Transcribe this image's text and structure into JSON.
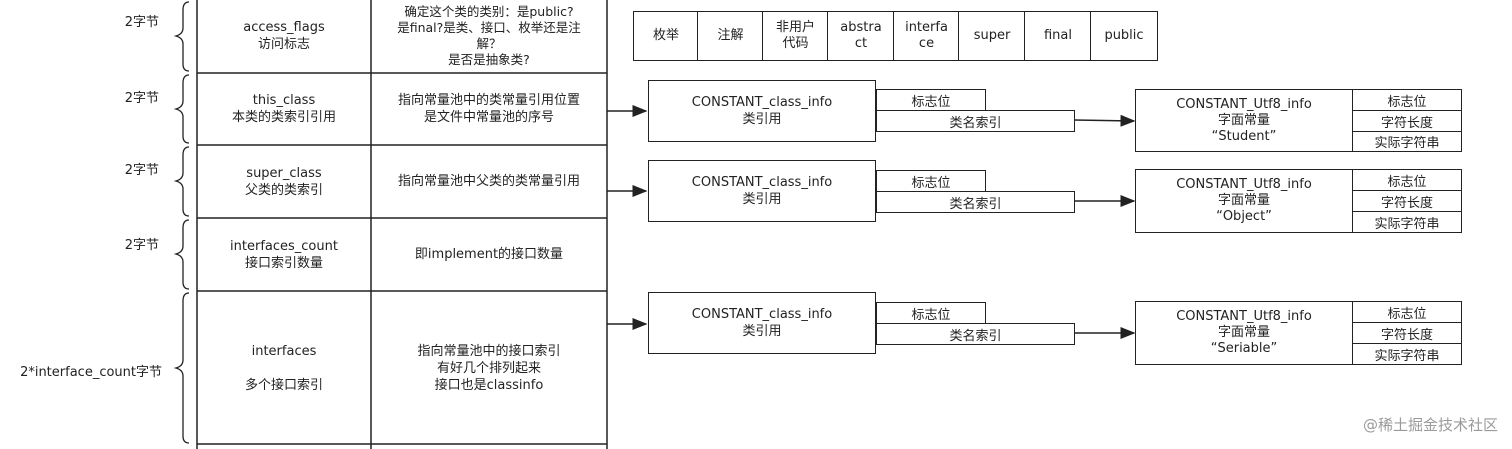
{
  "rows": [
    {
      "size": "2字节",
      "field": "access_flags\n访问标志",
      "desc": "确定这个类的类别：是public?\n是final?是类、接口、枚举还是注\n解？\n是否是抽象类?"
    },
    {
      "size": "2字节",
      "field": "this_class\n本类的类索引引用",
      "desc": "指向常量池中的类常量引用位置\n是文件中常量池的序号"
    },
    {
      "size": "2字节",
      "field": "super_class\n父类的类索引",
      "desc": "指向常量池中父类的类常量引用"
    },
    {
      "size": "2字节",
      "field": "interfaces_count\n接口索引数量",
      "desc": "即implement的接口数量"
    },
    {
      "size": "2*interface_count字节",
      "field": "interfaces\n\n多个接口索引",
      "desc": "指向常量池中的接口索引\n有好几个排列起来\n接口也是classinfo"
    }
  ],
  "flags": [
    "枚举",
    "注解",
    "非用户\n代码",
    "abstra\nct",
    "interfa\nce",
    "super",
    "final",
    "public"
  ],
  "class_info": [
    {
      "title": "CONSTANT_class_info\n类引用",
      "flag": "标志位",
      "name_index": "类名索引"
    },
    {
      "title": "CONSTANT_class_info\n类引用",
      "flag": "标志位",
      "name_index": "类名索引"
    },
    {
      "title": "CONSTANT_class_info\n类引用",
      "flag": "标志位",
      "name_index": "类名索引"
    }
  ],
  "utf8_info": [
    {
      "title": "CONSTANT_Utf8_info\n字面常量\n“Student”",
      "f1": "标志位",
      "f2": "字符长度",
      "f3": "实际字符串"
    },
    {
      "title": "CONSTANT_Utf8_info\n字面常量\n“Object”",
      "f1": "标志位",
      "f2": "字符长度",
      "f3": "实际字符串"
    },
    {
      "title": "CONSTANT_Utf8_info\n字面常量\n“Seriable”",
      "f1": "标志位",
      "f2": "字符长度",
      "f3": "实际字符串"
    }
  ],
  "watermark": "@稀土掘金技术社区"
}
